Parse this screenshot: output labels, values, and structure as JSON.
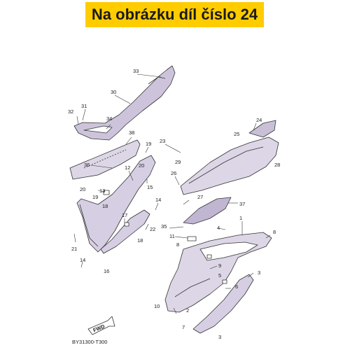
{
  "header": {
    "title": "Na obrázku díl číslo 24"
  },
  "diagram": {
    "callouts": [
      "33",
      "30",
      "31",
      "32",
      "34",
      "38",
      "36",
      "19",
      "20",
      "12",
      "15",
      "20",
      "13",
      "19",
      "18",
      "17",
      "14",
      "22",
      "18",
      "21",
      "14",
      "16",
      "23",
      "24",
      "25",
      "26",
      "29",
      "28",
      "27",
      "37",
      "35",
      "4",
      "1",
      "8",
      "11",
      "8",
      "9",
      "3",
      "5",
      "6",
      "10",
      "2",
      "7",
      "3"
    ],
    "direction_label": "FWD",
    "code": "BY31300-T300"
  },
  "colors": {
    "banner": "#ffcc00",
    "highlight": "#c9c0d8",
    "line": "#333333"
  }
}
